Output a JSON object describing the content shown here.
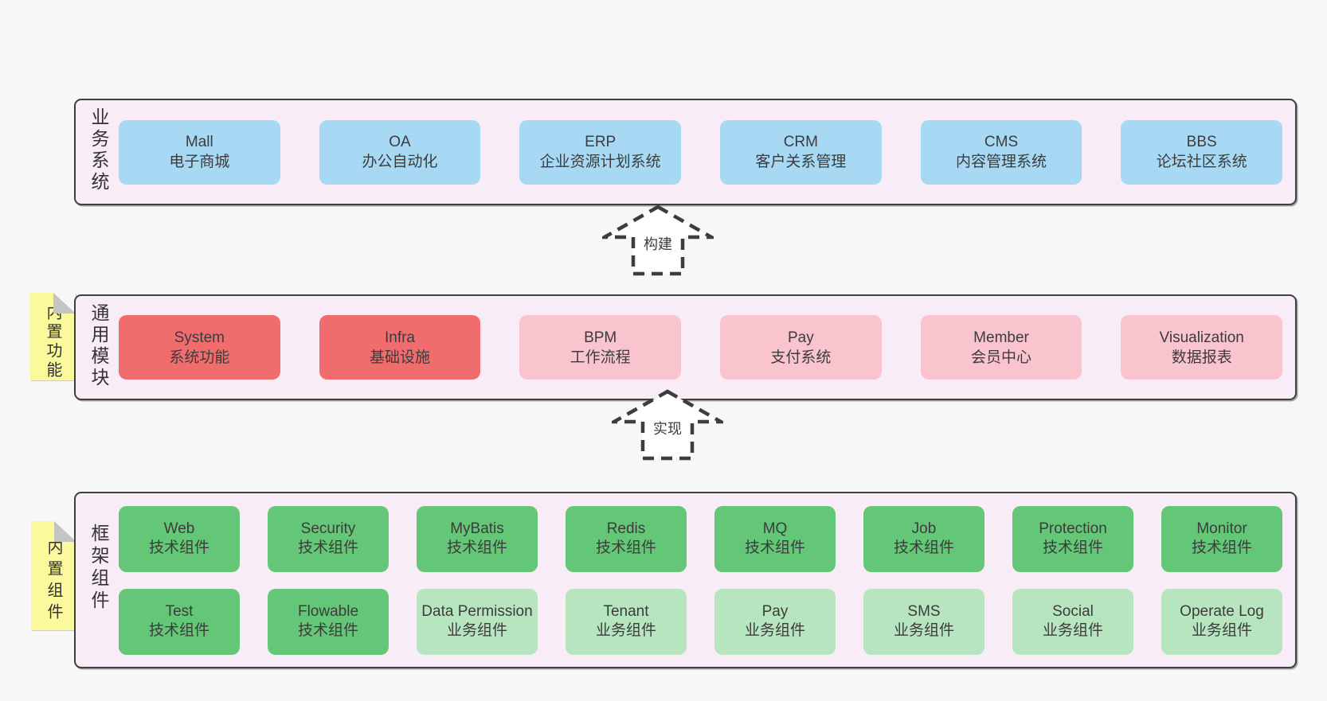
{
  "colors": {
    "page_bg": "#f7f7f7",
    "panel_bg": "#f8edf6",
    "panel_border": "#3f3f3f",
    "blue_box": "#a7d9f4",
    "red_box": "#f16c6c",
    "pink_box": "#f9c4cd",
    "green_box": "#64c677",
    "light_green_box": "#b7e5c0",
    "sticky_bg": "#fafa9d",
    "sticky_fold": "#c4c4c4",
    "text": "#3c3c3c"
  },
  "sections": {
    "business": {
      "label": "业务系统",
      "boxes": [
        {
          "title": "Mall",
          "subtitle": "电子商城"
        },
        {
          "title": "OA",
          "subtitle": "办公自动化"
        },
        {
          "title": "ERP",
          "subtitle": "企业资源计划系统"
        },
        {
          "title": "CRM",
          "subtitle": "客户关系管理"
        },
        {
          "title": "CMS",
          "subtitle": "内容管理系统"
        },
        {
          "title": "BBS",
          "subtitle": "论坛社区系统"
        }
      ]
    },
    "modules": {
      "label": "通用模块",
      "sticky": "内置功能",
      "boxes": [
        {
          "title": "System",
          "subtitle": "系统功能"
        },
        {
          "title": "Infra",
          "subtitle": "基础设施"
        },
        {
          "title": "BPM",
          "subtitle": "工作流程"
        },
        {
          "title": "Pay",
          "subtitle": "支付系统"
        },
        {
          "title": "Member",
          "subtitle": "会员中心"
        },
        {
          "title": "Visualization",
          "subtitle": "数据报表"
        }
      ]
    },
    "framework": {
      "label": "框架组件",
      "sticky": "内置组件",
      "row1": [
        {
          "title": "Web",
          "subtitle": "技术组件"
        },
        {
          "title": "Security",
          "subtitle": "技术组件"
        },
        {
          "title": "MyBatis",
          "subtitle": "技术组件"
        },
        {
          "title": "Redis",
          "subtitle": "技术组件"
        },
        {
          "title": "MQ",
          "subtitle": "技术组件"
        },
        {
          "title": "Job",
          "subtitle": "技术组件"
        },
        {
          "title": "Protection",
          "subtitle": "技术组件"
        },
        {
          "title": "Monitor",
          "subtitle": "技术组件"
        }
      ],
      "row2": [
        {
          "title": "Test",
          "subtitle": "技术组件"
        },
        {
          "title": "Flowable",
          "subtitle": "技术组件"
        },
        {
          "title": "Data Permission",
          "subtitle": "业务组件"
        },
        {
          "title": "Tenant",
          "subtitle": "业务组件"
        },
        {
          "title": "Pay",
          "subtitle": "业务组件"
        },
        {
          "title": "SMS",
          "subtitle": "业务组件"
        },
        {
          "title": "Social",
          "subtitle": "业务组件"
        },
        {
          "title": "Operate Log",
          "subtitle": "业务组件"
        }
      ]
    }
  },
  "arrows": {
    "build": "构建",
    "implement": "实现"
  }
}
